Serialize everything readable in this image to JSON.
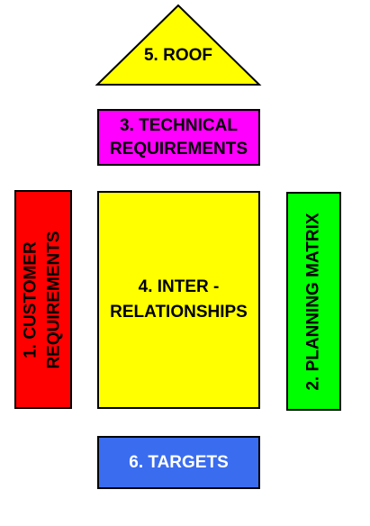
{
  "roof": {
    "label": "5. ROOF",
    "fill": "#ffff00"
  },
  "technical": {
    "lines": [
      "3. TECHNICAL",
      "REQUIREMENTS"
    ],
    "fill": "#ff00ff"
  },
  "customer": {
    "lines": [
      "1. CUSTOMER",
      "REQUIREMENTS"
    ],
    "fill": "#ff0000"
  },
  "inter": {
    "lines": [
      "4. INTER -",
      "RELATIONSHIPS"
    ],
    "fill": "#ffff00"
  },
  "planning": {
    "lines": [
      "2. PLANNING MATRIX"
    ],
    "fill": "#00ff00"
  },
  "targets": {
    "lines": [
      "6. TARGETS"
    ],
    "fill": "#3a6cf0",
    "text_color": "#ffffff"
  }
}
